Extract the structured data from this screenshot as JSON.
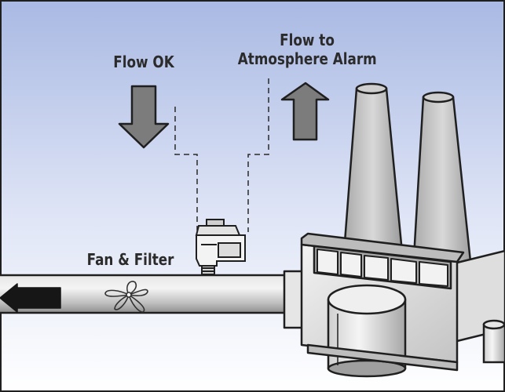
{
  "labels": {
    "flow_ok": "Flow OK",
    "alarm_line1": "Flow to",
    "alarm_line2": "Atmosphere Alarm",
    "fan_filter": "Fan & Filter"
  },
  "colors": {
    "sky_top": "#a9b9e3",
    "sky_bottom": "#ffffff",
    "arrow_fill": "#7c7c7c",
    "outline": "#1f1f1f",
    "label_text": "#2b2b2b"
  }
}
